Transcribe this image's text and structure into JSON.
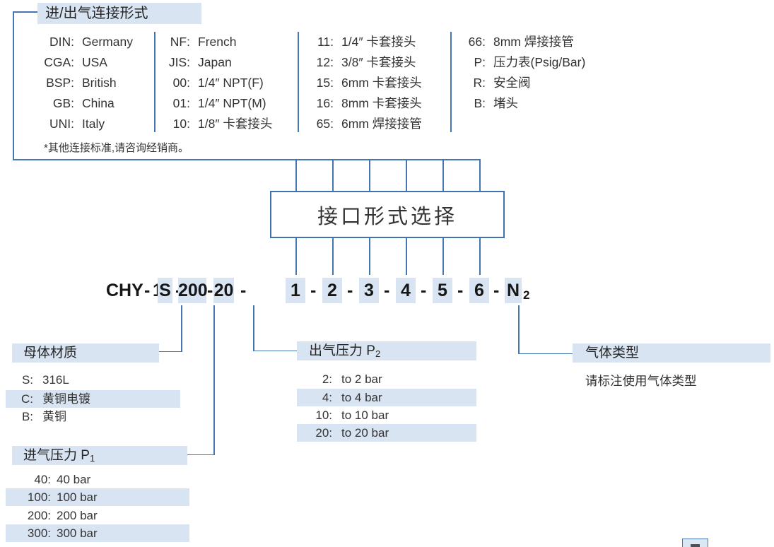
{
  "colors": {
    "highlight": "#d9e4f2",
    "line_blue": "#4576b0",
    "box_border": "#3f72ae",
    "text": "#333333"
  },
  "connection": {
    "title": "进/出气连接形式",
    "footnote": "*其他连接标准,请咨询经销商。",
    "col1": [
      {
        "c": "DIN:",
        "v": "Germany"
      },
      {
        "c": "CGA:",
        "v": "USA"
      },
      {
        "c": "BSP:",
        "v": "British"
      },
      {
        "c": "GB:",
        "v": "China"
      },
      {
        "c": "UNI:",
        "v": "Italy"
      }
    ],
    "col2": [
      {
        "c": "NF:",
        "v": "French"
      },
      {
        "c": "JIS:",
        "v": "Japan"
      },
      {
        "c": "00:",
        "v": "1/4″ NPT(F)"
      },
      {
        "c": "01:",
        "v": "1/4″ NPT(M)"
      },
      {
        "c": "10:",
        "v": "1/8″ 卡套接头"
      }
    ],
    "col3": [
      {
        "c": "11:",
        "v": "1/4″ 卡套接头"
      },
      {
        "c": "12:",
        "v": "3/8″ 卡套接头"
      },
      {
        "c": "15:",
        "v": "6mm 卡套接头"
      },
      {
        "c": "16:",
        "v": "8mm 卡套接头"
      },
      {
        "c": "65:",
        "v": "6mm 焊接接管"
      }
    ],
    "col4": [
      {
        "c": "66:",
        "v": "8mm 焊接接管"
      },
      {
        "c": "P:",
        "v": "压力表(Psig/Bar)"
      },
      {
        "c": "R:",
        "v": "安全阀"
      },
      {
        "c": "B:",
        "v": "堵头"
      }
    ]
  },
  "selector": {
    "label": "接口形式选择"
  },
  "code": {
    "parts": [
      "CHY",
      "-",
      "1",
      "S",
      "-",
      "200",
      "-",
      "20",
      "-",
      "1",
      "-",
      "2",
      "-",
      "3",
      "-",
      "4",
      "-",
      "5",
      "-",
      "6",
      "-",
      "N",
      "2"
    ]
  },
  "material": {
    "title": "母体材质",
    "items": [
      {
        "c": "S:",
        "v": "316L"
      },
      {
        "c": "C:",
        "v": "黄铜电镀"
      },
      {
        "c": "B:",
        "v": "黄铜"
      }
    ]
  },
  "outlet": {
    "title": "出气压力 P",
    "title_sub": "2",
    "items": [
      {
        "c": "2:",
        "v": "to 2 bar"
      },
      {
        "c": "4:",
        "v": "to 4 bar"
      },
      {
        "c": "10:",
        "v": "to 10 bar"
      },
      {
        "c": "20:",
        "v": "to 20 bar"
      }
    ]
  },
  "inlet": {
    "title": "进气压力 P",
    "title_sub": "1",
    "items": [
      {
        "c": "40:",
        "v": "40 bar"
      },
      {
        "c": "100:",
        "v": "100 bar"
      },
      {
        "c": "200:",
        "v": "200 bar"
      },
      {
        "c": "300:",
        "v": "300 bar"
      }
    ]
  },
  "gas": {
    "title": "气体类型",
    "note": "请标注使用气体类型"
  }
}
